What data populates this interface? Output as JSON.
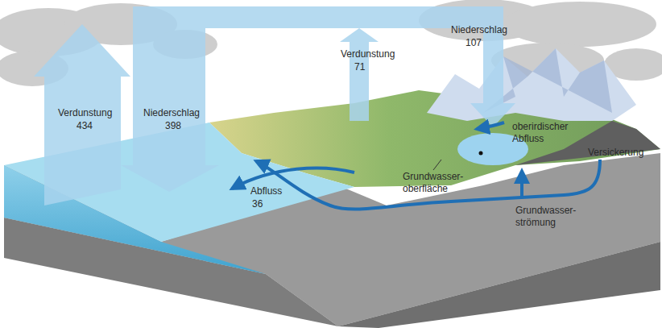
{
  "diagram": {
    "labels": [
      "Verdunstung",
      "434",
      "Niederschlag",
      "398",
      "Verdunstung",
      "71",
      "Niederschlag",
      "107",
      "oberirdischer Abfluss",
      "Versickerung",
      "Abfluss",
      "36",
      "Grundwasser- oberfläche",
      "Grundwasser- strömung"
    ]
  }
}
